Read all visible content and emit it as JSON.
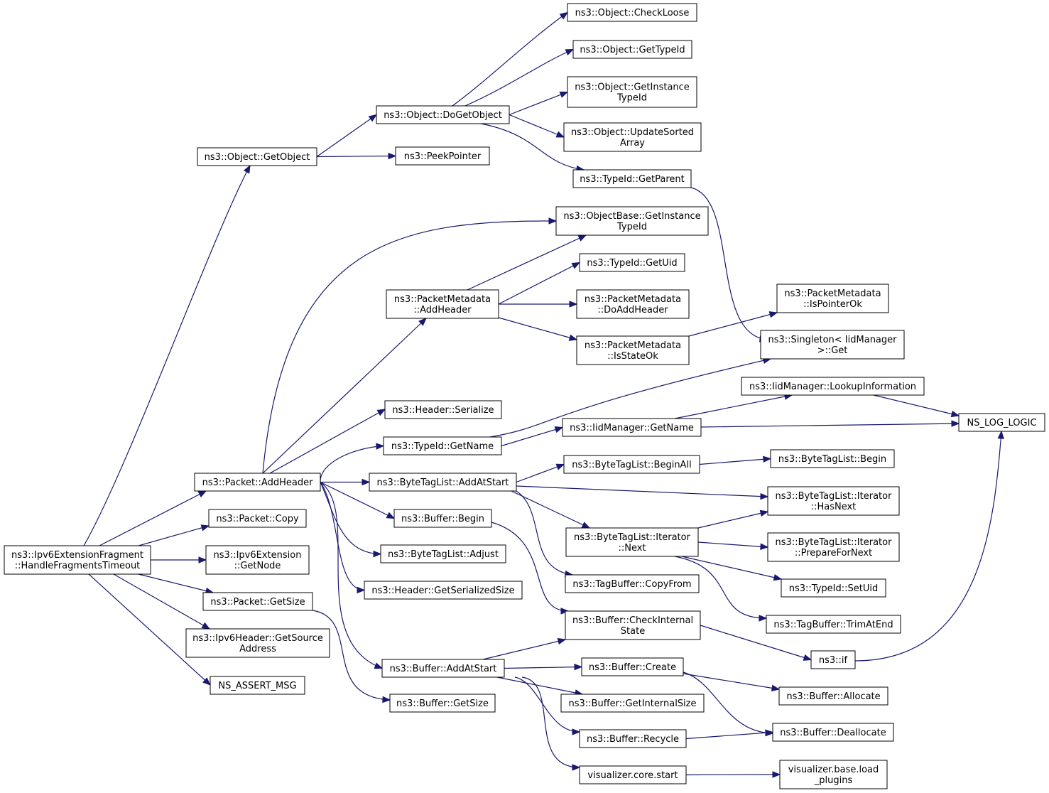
{
  "graph": {
    "colors": {
      "edge": "#191970",
      "root_fill": "#bfbfbf",
      "normal_border": "#000000",
      "truncated_border": "#ff0000",
      "background": "#ffffff"
    },
    "nodes": [
      {
        "id": "root",
        "lines": [
          "ns3::Ipv6ExtensionFragment",
          "::HandleFragmentsTimeout"
        ],
        "style": "root"
      },
      {
        "id": "getobject",
        "lines": [
          "ns3::Object::GetObject"
        ],
        "style": "normal"
      },
      {
        "id": "dogetobject",
        "lines": [
          "ns3::Object::DoGetObject"
        ],
        "style": "normal"
      },
      {
        "id": "checkloose",
        "lines": [
          "ns3::Object::CheckLoose"
        ],
        "style": "truncated"
      },
      {
        "id": "gettypeid",
        "lines": [
          "ns3::Object::GetTypeId"
        ],
        "style": "truncated"
      },
      {
        "id": "getinstancetypeid",
        "lines": [
          "ns3::Object::GetInstance",
          "TypeId"
        ],
        "style": "normal"
      },
      {
        "id": "updatesortedarray",
        "lines": [
          "ns3::Object::UpdateSorted",
          "Array"
        ],
        "style": "normal"
      },
      {
        "id": "getparent",
        "lines": [
          "ns3::TypeId::GetParent"
        ],
        "style": "truncated"
      },
      {
        "id": "peekpointer",
        "lines": [
          "ns3::PeekPointer"
        ],
        "style": "normal"
      },
      {
        "id": "objbase_getinstancetypeid",
        "lines": [
          "ns3::ObjectBase::GetInstance",
          "TypeId"
        ],
        "style": "normal"
      },
      {
        "id": "getuid",
        "lines": [
          "ns3::TypeId::GetUid"
        ],
        "style": "normal"
      },
      {
        "id": "pm_addheader",
        "lines": [
          "ns3::PacketMetadata",
          "::AddHeader"
        ],
        "style": "normal"
      },
      {
        "id": "pm_doaddheader",
        "lines": [
          "ns3::PacketMetadata",
          "::DoAddHeader"
        ],
        "style": "truncated"
      },
      {
        "id": "pm_isstateok",
        "lines": [
          "ns3::PacketMetadata",
          "::IsStateOk"
        ],
        "style": "truncated"
      },
      {
        "id": "pm_ispointerok",
        "lines": [
          "ns3::PacketMetadata",
          "::IsPointerOk"
        ],
        "style": "normal"
      },
      {
        "id": "singleton_get",
        "lines": [
          "ns3::Singleton< IidManager",
          ">::Get"
        ],
        "style": "normal"
      },
      {
        "id": "lookupinformation",
        "lines": [
          "ns3::IidManager::LookupInformation"
        ],
        "style": "normal"
      },
      {
        "id": "ns_log_logic",
        "lines": [
          "NS_LOG_LOGIC"
        ],
        "style": "normal"
      },
      {
        "id": "header_serialize",
        "lines": [
          "ns3::Header::Serialize"
        ],
        "style": "normal"
      },
      {
        "id": "typeid_getname",
        "lines": [
          "ns3::TypeId::GetName"
        ],
        "style": "normal"
      },
      {
        "id": "iid_getname",
        "lines": [
          "ns3::IidManager::GetName"
        ],
        "style": "normal"
      },
      {
        "id": "packet_addheader",
        "lines": [
          "ns3::Packet::AddHeader"
        ],
        "style": "normal"
      },
      {
        "id": "btl_addatstart",
        "lines": [
          "ns3::ByteTagList::AddAtStart"
        ],
        "style": "normal"
      },
      {
        "id": "btl_beginall",
        "lines": [
          "ns3::ByteTagList::BeginAll"
        ],
        "style": "normal"
      },
      {
        "id": "btl_begin",
        "lines": [
          "ns3::ByteTagList::Begin"
        ],
        "style": "normal"
      },
      {
        "id": "btl_it_hasnext",
        "lines": [
          "ns3::ByteTagList::Iterator",
          "::HasNext"
        ],
        "style": "normal"
      },
      {
        "id": "btl_it_next",
        "lines": [
          "ns3::ByteTagList::Iterator",
          "::Next"
        ],
        "style": "normal"
      },
      {
        "id": "btl_it_preparefornext",
        "lines": [
          "ns3::ByteTagList::Iterator",
          "::PrepareForNext"
        ],
        "style": "truncated"
      },
      {
        "id": "typeid_setuid",
        "lines": [
          "ns3::TypeId::SetUid"
        ],
        "style": "normal"
      },
      {
        "id": "tagbuffer_trimatend",
        "lines": [
          "ns3::TagBuffer::TrimAtEnd"
        ],
        "style": "normal"
      },
      {
        "id": "tagbuffer_copyfrom",
        "lines": [
          "ns3::TagBuffer::CopyFrom"
        ],
        "style": "normal"
      },
      {
        "id": "packet_copy",
        "lines": [
          "ns3::Packet::Copy"
        ],
        "style": "normal"
      },
      {
        "id": "buffer_begin",
        "lines": [
          "ns3::Buffer::Begin"
        ],
        "style": "normal"
      },
      {
        "id": "btl_adjust",
        "lines": [
          "ns3::ByteTagList::Adjust"
        ],
        "style": "normal"
      },
      {
        "id": "ipv6ext_getnode",
        "lines": [
          "ns3::Ipv6Extension",
          "::GetNode"
        ],
        "style": "normal"
      },
      {
        "id": "header_getserializedsize",
        "lines": [
          "ns3::Header::GetSerializedSize"
        ],
        "style": "normal"
      },
      {
        "id": "packet_getsize",
        "lines": [
          "ns3::Packet::GetSize"
        ],
        "style": "normal"
      },
      {
        "id": "buffer_checkinternalstate",
        "lines": [
          "ns3::Buffer::CheckInternal",
          "State"
        ],
        "style": "normal"
      },
      {
        "id": "ipv6header_getsourceaddress",
        "lines": [
          "ns3::Ipv6Header::GetSource",
          "Address"
        ],
        "style": "normal"
      },
      {
        "id": "ns3_if",
        "lines": [
          "ns3::if"
        ],
        "style": "truncated"
      },
      {
        "id": "buffer_addatstart",
        "lines": [
          "ns3::Buffer::AddAtStart"
        ],
        "style": "normal"
      },
      {
        "id": "buffer_create",
        "lines": [
          "ns3::Buffer::Create"
        ],
        "style": "normal"
      },
      {
        "id": "ns_assert_msg",
        "lines": [
          "NS_ASSERT_MSG"
        ],
        "style": "normal"
      },
      {
        "id": "buffer_allocate",
        "lines": [
          "ns3::Buffer::Allocate"
        ],
        "style": "normal"
      },
      {
        "id": "buffer_getsize",
        "lines": [
          "ns3::Buffer::GetSize"
        ],
        "style": "normal"
      },
      {
        "id": "buffer_getinternalsize",
        "lines": [
          "ns3::Buffer::GetInternalSize"
        ],
        "style": "normal"
      },
      {
        "id": "buffer_deallocate",
        "lines": [
          "ns3::Buffer::Deallocate"
        ],
        "style": "normal"
      },
      {
        "id": "buffer_recycle",
        "lines": [
          "ns3::Buffer::Recycle"
        ],
        "style": "normal"
      },
      {
        "id": "visualizer_core_start",
        "lines": [
          "visualizer.core.start"
        ],
        "style": "normal"
      },
      {
        "id": "visualizer_base_load_plugins",
        "lines": [
          "visualizer.base.load",
          "_plugins"
        ],
        "style": "truncated"
      }
    ],
    "edges": [
      {
        "from": "root",
        "to": "getobject"
      },
      {
        "from": "root",
        "to": "packet_addheader"
      },
      {
        "from": "root",
        "to": "packet_copy"
      },
      {
        "from": "root",
        "to": "ipv6ext_getnode"
      },
      {
        "from": "root",
        "to": "packet_getsize"
      },
      {
        "from": "root",
        "to": "ipv6header_getsourceaddress"
      },
      {
        "from": "root",
        "to": "ns_assert_msg"
      },
      {
        "from": "getobject",
        "to": "dogetobject"
      },
      {
        "from": "getobject",
        "to": "peekpointer"
      },
      {
        "from": "dogetobject",
        "to": "checkloose"
      },
      {
        "from": "dogetobject",
        "to": "gettypeid"
      },
      {
        "from": "dogetobject",
        "to": "getinstancetypeid"
      },
      {
        "from": "dogetobject",
        "to": "updatesortedarray"
      },
      {
        "from": "dogetobject",
        "to": "getparent"
      },
      {
        "from": "getparent",
        "to": "singleton_get"
      },
      {
        "from": "packet_addheader",
        "to": "objbase_getinstancetypeid"
      },
      {
        "from": "packet_addheader",
        "to": "pm_addheader"
      },
      {
        "from": "packet_addheader",
        "to": "header_serialize"
      },
      {
        "from": "packet_addheader",
        "to": "typeid_getname"
      },
      {
        "from": "packet_addheader",
        "to": "btl_addatstart"
      },
      {
        "from": "packet_addheader",
        "to": "buffer_begin"
      },
      {
        "from": "packet_addheader",
        "to": "btl_adjust"
      },
      {
        "from": "packet_addheader",
        "to": "header_getserializedsize"
      },
      {
        "from": "packet_addheader",
        "to": "buffer_addatstart"
      },
      {
        "from": "pm_addheader",
        "to": "objbase_getinstancetypeid"
      },
      {
        "from": "pm_addheader",
        "to": "getuid"
      },
      {
        "from": "pm_addheader",
        "to": "pm_doaddheader"
      },
      {
        "from": "pm_addheader",
        "to": "pm_isstateok"
      },
      {
        "from": "pm_isstateok",
        "to": "pm_ispointerok"
      },
      {
        "from": "typeid_getname",
        "to": "singleton_get"
      },
      {
        "from": "typeid_getname",
        "to": "iid_getname"
      },
      {
        "from": "iid_getname",
        "to": "lookupinformation"
      },
      {
        "from": "iid_getname",
        "to": "ns_log_logic"
      },
      {
        "from": "lookupinformation",
        "to": "ns_log_logic"
      },
      {
        "from": "btl_addatstart",
        "to": "btl_beginall"
      },
      {
        "from": "btl_addatstart",
        "to": "btl_it_hasnext"
      },
      {
        "from": "btl_addatstart",
        "to": "btl_it_next"
      },
      {
        "from": "btl_addatstart",
        "to": "tagbuffer_copyfrom"
      },
      {
        "from": "btl_beginall",
        "to": "btl_begin"
      },
      {
        "from": "btl_it_next",
        "to": "btl_it_hasnext"
      },
      {
        "from": "btl_it_next",
        "to": "btl_it_preparefornext"
      },
      {
        "from": "btl_it_next",
        "to": "typeid_setuid"
      },
      {
        "from": "btl_it_next",
        "to": "tagbuffer_trimatend"
      },
      {
        "from": "buffer_begin",
        "to": "buffer_checkinternalstate"
      },
      {
        "from": "packet_getsize",
        "to": "buffer_getsize"
      },
      {
        "from": "buffer_checkinternalstate",
        "to": "ns3_if"
      },
      {
        "from": "ns3_if",
        "to": "ns_log_logic"
      },
      {
        "from": "buffer_addatstart",
        "to": "buffer_checkinternalstate"
      },
      {
        "from": "buffer_addatstart",
        "to": "buffer_create"
      },
      {
        "from": "buffer_addatstart",
        "to": "buffer_getinternalsize"
      },
      {
        "from": "buffer_addatstart",
        "to": "buffer_recycle"
      },
      {
        "from": "buffer_addatstart",
        "to": "visualizer_core_start"
      },
      {
        "from": "buffer_create",
        "to": "buffer_allocate"
      },
      {
        "from": "buffer_create",
        "to": "buffer_deallocate"
      },
      {
        "from": "buffer_recycle",
        "to": "buffer_deallocate"
      },
      {
        "from": "visualizer_core_start",
        "to": "visualizer_base_load_plugins"
      }
    ]
  }
}
